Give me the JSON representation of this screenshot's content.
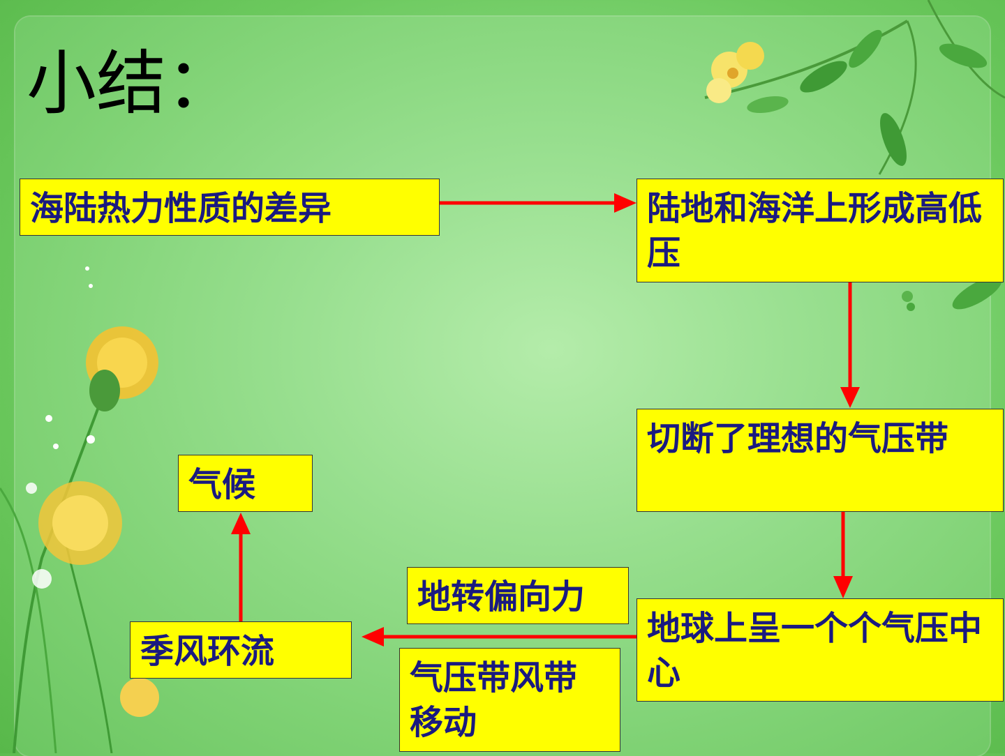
{
  "slide": {
    "title": "小结："
  },
  "boxes": {
    "haelu_diff": "海陆热力性质的差异",
    "land_sea_pressure": "陆地和海洋上形成高低压",
    "cut_belts": "切断了理想的气压带",
    "pressure_centers": "地球上呈一个个气压中心",
    "monsoon": "季风环流",
    "coriolis": "地转偏向力",
    "belt_shift": "气压带风带移动",
    "climate": "气候"
  },
  "colors": {
    "box_fill": "#ffff00",
    "box_text": "#1a1a80",
    "arrow": "#ff0000"
  }
}
